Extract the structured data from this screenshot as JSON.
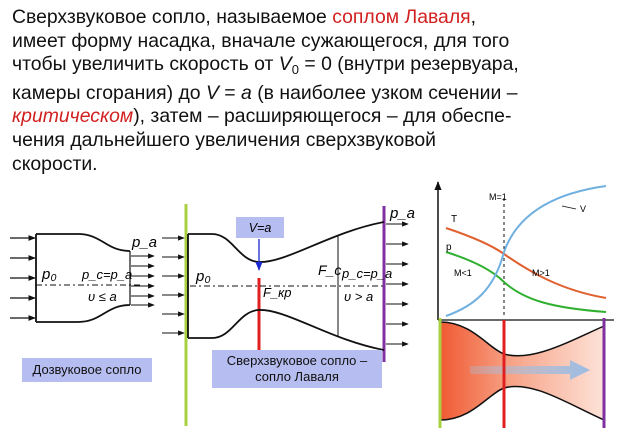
{
  "text": {
    "l1_a": "Сверхзвуковое сопло, называемое ",
    "l1_red": "соплом Лаваля",
    "l1_b": ",",
    "l2": "имеет форму насадка, вначале сужающегося, для того",
    "l3_a": "чтобы увеличить скорость от ",
    "l3_v": "V",
    "l3_sub": "0",
    "l3_b": " = 0 (внутри резервуара,",
    "l4_a": "камеры сгорания) до ",
    "l4_v": "V",
    "l4_eq": " = ",
    "l4_a2": "a",
    "l4_b": " (в наиболее узком сечении –",
    "l5_red": "критическом",
    "l5_b": "), затем – расширяющегося  – для обеспе-",
    "l6": "чения дальнейшего увеличения сверхзвуковой",
    "l7": "скорости."
  },
  "left_nozzle": {
    "p0": "p₀",
    "pc_eq_pa": "p_c=p_a",
    "v_le_a": "υ ≤ a",
    "pa": "p_a",
    "caption": "Дозвуковое сопло"
  },
  "laval_nozzle": {
    "v_eq_a": "V=a",
    "p0": "p₀",
    "f_kr": "F_кр",
    "fc": "F_c",
    "pc_eq_pa": "p_c=p_a",
    "v_gt_a": "υ > a",
    "pa": "p_a",
    "caption_line1": "Сверхзвуковое сопло –",
    "caption_line2": "сопло Лаваля"
  },
  "graph": {
    "label_m1": "M=1",
    "label_t": "T",
    "label_p": "p",
    "label_v": "V",
    "label_m_lt_1": "M<1",
    "label_m_gt_1": "M>1"
  },
  "colors": {
    "red_text": "#d22020",
    "caption_bg": "#b6bdf0",
    "inlet_line": "#a8d040",
    "outlet_line": "#8030a0",
    "throat_line": "#e02020",
    "T_curve": "#e06030",
    "p_curve": "#30b030",
    "V_curve": "#70b0e0"
  }
}
